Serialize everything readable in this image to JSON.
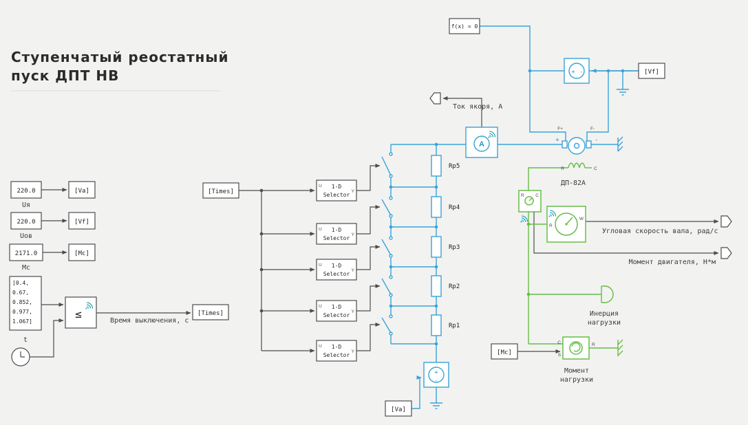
{
  "colors": {
    "electrical": "#39a3d7",
    "mechanical": "#66bd45",
    "signal": "#4d4d4d",
    "wireless": "#0b9aa8",
    "background": "#f2f2f1"
  },
  "title": {
    "line1": "Ступенчатый реостатный",
    "line2": "пуск ДПТ НВ"
  },
  "tags": {
    "va": "[Va]",
    "vf": "[Vf]",
    "mc": "[Mc]",
    "times": "[Times]"
  },
  "constants": {
    "ua": {
      "value": "220.0",
      "name": "Uя"
    },
    "uof": {
      "value": "220.0",
      "name": "Uов"
    },
    "mc": {
      "value": "2171.0",
      "name": "Mc"
    },
    "vector": {
      "l1": "[0.4,",
      "l2": "0.67,",
      "l3": "0.852,",
      "l4": "0.977,",
      "l5": "1.067]"
    },
    "clock_name": "t"
  },
  "compare": {
    "op": "≤",
    "label": "Время выключения, с"
  },
  "selector": {
    "l1": "1-D",
    "l2": "Selector",
    "in": "U",
    "out": "Y"
  },
  "resistors": {
    "r5": "Rp5",
    "r4": "Rp4",
    "r3": "Rp3",
    "r2": "Rp2",
    "r1": "Rp1"
  },
  "ammeter": {
    "symbol": "A",
    "label": "Ток якоря, А"
  },
  "solver": {
    "label": "f(x) = 0"
  },
  "machine": {
    "name": "ДП-82А",
    "fp": "F+",
    "fm": "F-",
    "plus": "+",
    "minus": "-",
    "r": "R",
    "c": "C"
  },
  "field_source": {
    "plus": "+",
    "minus": "-"
  },
  "armature_source": {
    "plus": "+",
    "minus": "-"
  },
  "speed_sensor": {
    "r": "R",
    "w": "W",
    "label": "Угловая скорость вала, рад/с"
  },
  "torque_sensor": {
    "r": "R",
    "c": "C"
  },
  "torque_label": "Момент двигателя, Н*м",
  "inertia": {
    "l1": "Инерция",
    "l2": "нагрузки"
  },
  "load": {
    "l1": "Момент",
    "l2": "нагрузки",
    "c": "C",
    "s": "S",
    "r": "R"
  }
}
